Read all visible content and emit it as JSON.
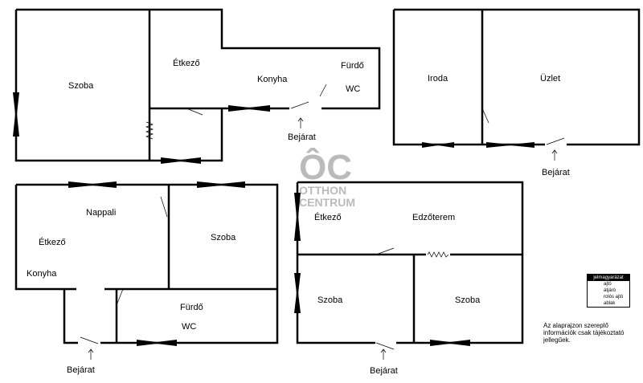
{
  "plans": {
    "p1": {
      "rooms": [
        "Szoba",
        "Étkező",
        "Konyha",
        "Fürdő",
        "WC"
      ],
      "entrance": "Bejárat"
    },
    "p2": {
      "rooms": [
        "Iroda",
        "Üzlet"
      ],
      "entrance": "Bejárat"
    },
    "p3": {
      "rooms": [
        "Nappali",
        "Étkező",
        "Konyha",
        "Szoba",
        "Fürdő",
        "WC"
      ],
      "entrance": "Bejárat"
    },
    "p4": {
      "rooms": [
        "Étkező",
        "Edzőterem",
        "Szoba",
        "Szoba"
      ],
      "entrance": "Bejárat"
    }
  },
  "watermark": {
    "logo": "ÔC",
    "line1": "OTTHON",
    "line2": "CENTRUM"
  },
  "legend": {
    "title": "jelmagyarázat",
    "items": [
      "ajtó",
      "átjáró",
      "rolós ajtó",
      "ablak"
    ]
  },
  "note": "Az alaprajzon szereplő információk csak tájékoztató jellegűek."
}
